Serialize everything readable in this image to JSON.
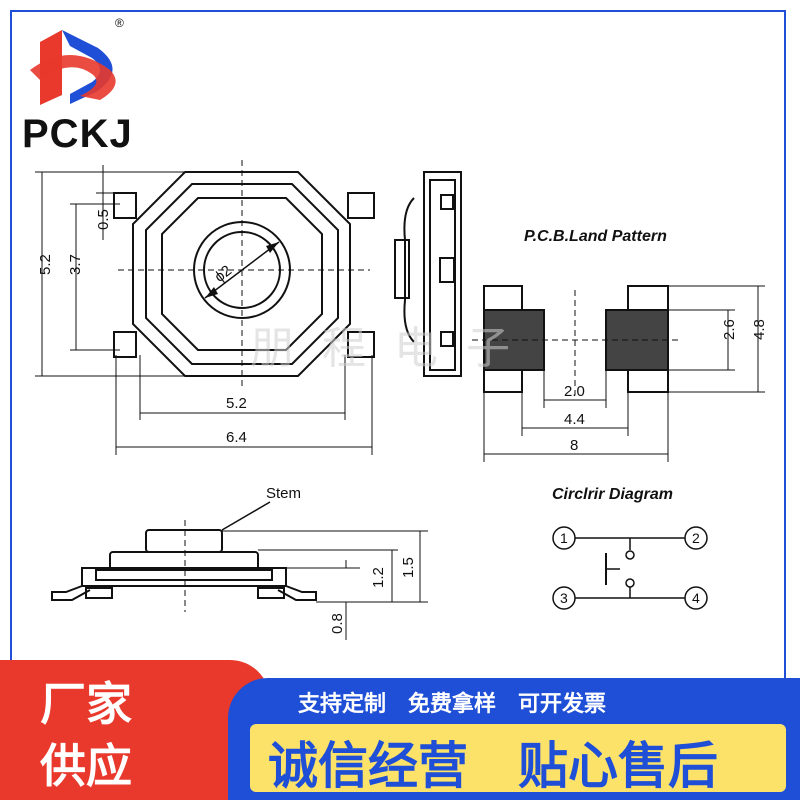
{
  "brand": {
    "name": "PCKJ",
    "registered_mark": "®",
    "logo_colors": {
      "red": "#e8392c",
      "blue": "#1f4fd6"
    }
  },
  "watermark": "朋程电子",
  "top_view": {
    "diameter_label": "ϕ2",
    "dim_width_inner": "5.2",
    "dim_width_outer": "6.4",
    "dim_height_outer": "5.2",
    "dim_height_inner": "3.7",
    "dim_lead": "0.5"
  },
  "land_pattern": {
    "title": "P.C.B.Land Pattern",
    "dim_gap": "2.0",
    "dim_inner": "4.4",
    "dim_total": "8",
    "dim_pad_h": "2.6",
    "dim_total_h": "4.8"
  },
  "side_view": {
    "stem_label": "Stem",
    "dim_1": "1.2",
    "dim_2": "1.5",
    "dim_3": "0.8"
  },
  "circuit": {
    "title": "Circlrir Diagram",
    "pins": [
      "1",
      "2",
      "3",
      "4"
    ]
  },
  "banner": {
    "left_line1": "厂家",
    "left_line2": "供应",
    "services": "支持定制　免费拿样　可开发票",
    "slogan": "诚信经营　贴心售后",
    "colors": {
      "red": "#e8392c",
      "blue": "#1f4fd6",
      "yellow": "#fde26a"
    }
  }
}
